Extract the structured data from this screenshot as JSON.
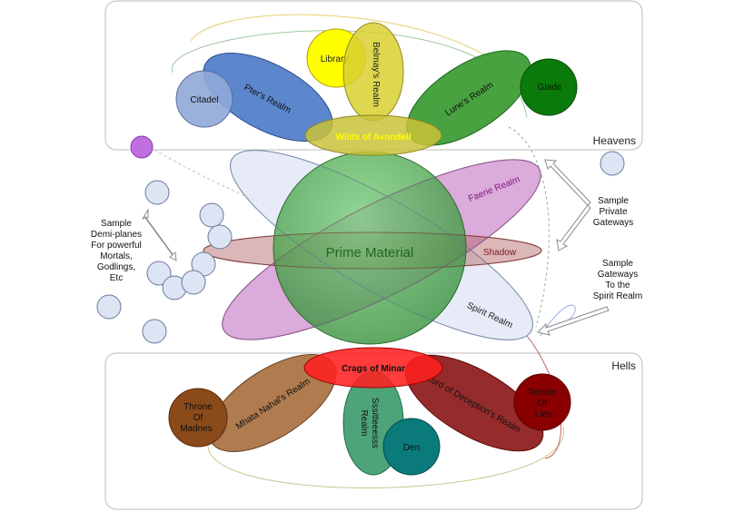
{
  "regions": {
    "heavens": "Heavens",
    "hells": "Hells"
  },
  "center": {
    "label": "Prime Material",
    "color": "#2e9a3a"
  },
  "heavens": {
    "wilds": "Wilds of Avondell",
    "library": "Library",
    "belmay": "Belmay's Realm",
    "pter": "Pter's Realm",
    "citadel": "Citadel",
    "lune": "Lune's Realm",
    "glade": "Glade"
  },
  "planes": {
    "faerie": "Faerie Realm",
    "shadow": "Shadow",
    "spirit": "Spirit Realm"
  },
  "hells": {
    "crags": "Crags of Minar",
    "throne_line1": "Throne",
    "throne_line2": "Of",
    "throne_line3": "Madnes",
    "mhata": "Mhata Nahal's Realm",
    "sssi_line1": "Sssitteeesss",
    "sssi_line2": "Realm",
    "den": "Den",
    "lord": "Lord of Deception's Realm",
    "temple_line1": "Temple",
    "temple_line2": "Of",
    "temple_line3": "Lies"
  },
  "notes": {
    "demi": [
      "Sample",
      "Demi-planes",
      "For powerful",
      "Mortals,",
      "Godlings,",
      "Etc"
    ],
    "private": [
      "Sample",
      "Private",
      "Gateways"
    ],
    "spirit_gateways": [
      "Sample",
      "Gateways",
      "To the",
      "Spirit Realm"
    ]
  },
  "colors": {
    "heaven_box": "#bdbdbd",
    "wilds": "#c9c23a",
    "library": "#ffff00",
    "belmay": "#d8d030",
    "pter": "#4a7ac8",
    "citadel": "#8fa9d8",
    "lune": "#3a9a30",
    "glade": "#0a7a0a",
    "faerie": "#cc88cc",
    "shadow": "#b06060",
    "spirit": "#dde4f4",
    "crags": "#ff2020",
    "throne": "#8a4a1a",
    "mhata": "#a87040",
    "sssi": "#3a9a6a",
    "den": "#0a7a7a",
    "lord": "#8a1414",
    "temple": "#8a0000",
    "small_bubble": "#dde4f4",
    "purple_bubble": "#bf6fe0"
  }
}
